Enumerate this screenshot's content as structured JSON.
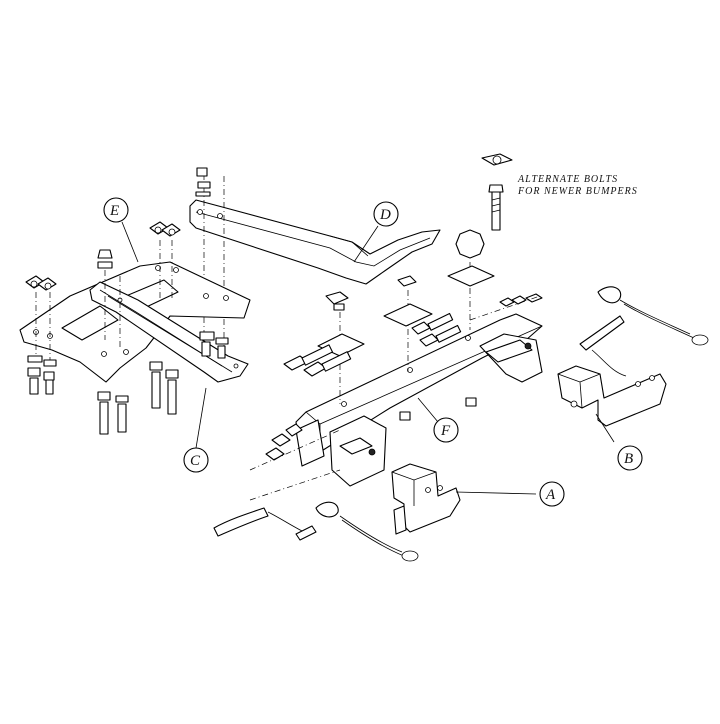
{
  "diagram": {
    "note_lines": [
      "ALTERNATE BOLTS",
      "FOR NEWER BUMPERS"
    ],
    "callouts": {
      "a": "A",
      "b": "B",
      "c": "C",
      "d": "D",
      "e": "E",
      "f": "F"
    }
  }
}
